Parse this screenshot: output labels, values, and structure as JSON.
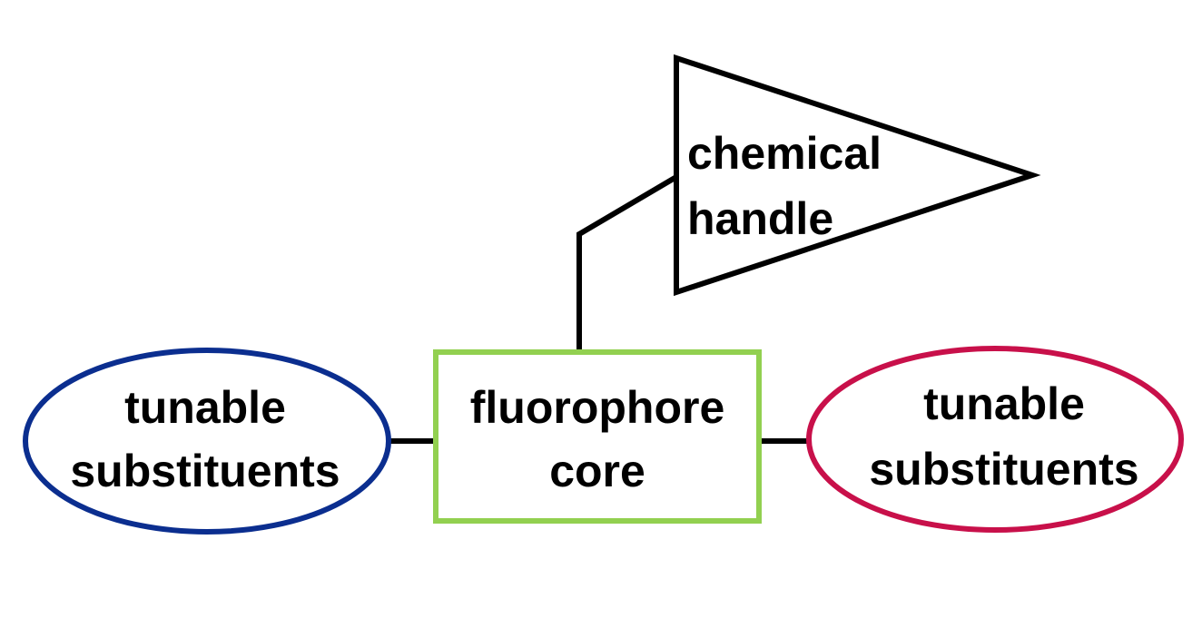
{
  "nodes": {
    "core": {
      "lines": [
        "fluorophore",
        "core"
      ],
      "border_color": "#92D050"
    },
    "left_substituent": {
      "lines": [
        "tunable",
        "substituents"
      ],
      "border_color": "#0B2E8F"
    },
    "right_substituent": {
      "lines": [
        "tunable",
        "substituents"
      ],
      "border_color": "#C8104A"
    },
    "handle": {
      "lines": [
        "chemical",
        "handle"
      ],
      "border_color": "#000000"
    }
  },
  "connector_color": "#000000"
}
